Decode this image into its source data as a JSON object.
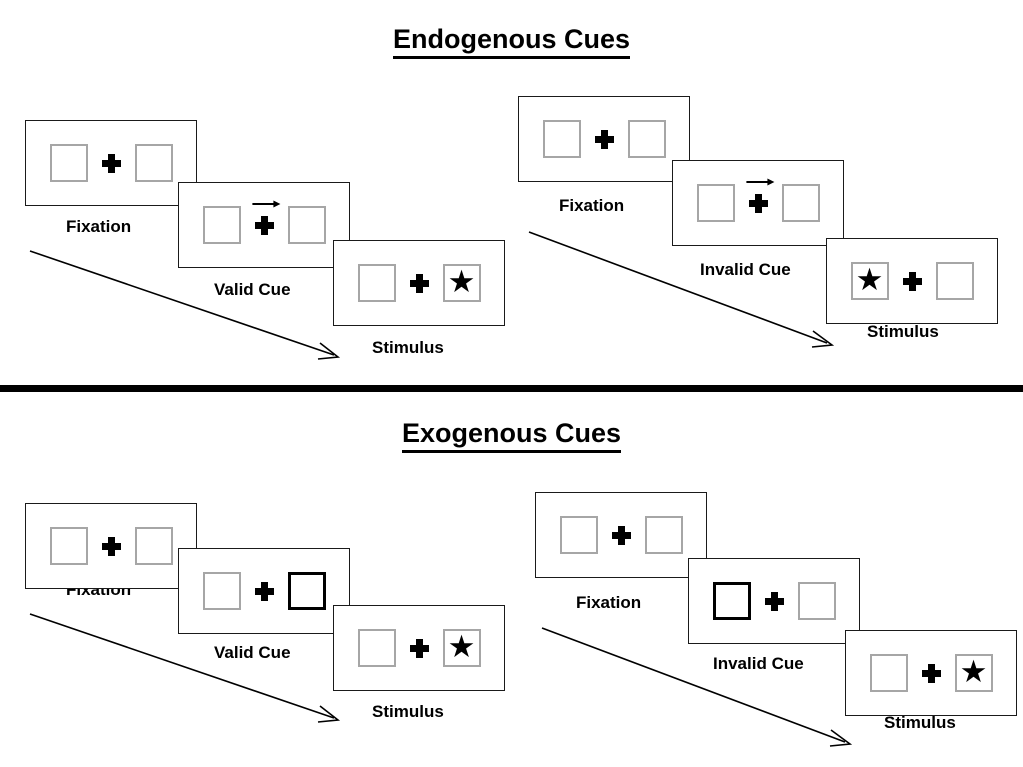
{
  "sections": [
    {
      "id": "endogenous",
      "title": "Endogenous Cues",
      "columns": [
        {
          "id": "endogenous-valid",
          "panels": [
            {
              "id": "fixation",
              "caption": "Fixation",
              "cue_arrow": "none",
              "left_box": "empty",
              "right_box": "empty"
            },
            {
              "id": "valid-cue",
              "caption": "Valid Cue",
              "cue_arrow": "right-arrow-icon",
              "left_box": "empty",
              "right_box": "empty"
            },
            {
              "id": "stimulus",
              "caption": "Stimulus",
              "cue_arrow": "none",
              "left_box": "empty",
              "right_box": "star"
            }
          ]
        },
        {
          "id": "endogenous-invalid",
          "panels": [
            {
              "id": "fixation",
              "caption": "Fixation",
              "cue_arrow": "none",
              "left_box": "empty",
              "right_box": "empty"
            },
            {
              "id": "invalid-cue",
              "caption": "Invalid Cue",
              "cue_arrow": "right-arrow-icon",
              "left_box": "empty",
              "right_box": "empty"
            },
            {
              "id": "stimulus",
              "caption": "Stimulus",
              "cue_arrow": "none",
              "left_box": "star",
              "right_box": "empty"
            }
          ]
        }
      ]
    },
    {
      "id": "exogenous",
      "title": "Exogenous Cues",
      "columns": [
        {
          "id": "exogenous-valid",
          "panels": [
            {
              "id": "fixation",
              "caption": "Fixation",
              "cue_arrow": "none",
              "left_box": "empty",
              "right_box": "empty"
            },
            {
              "id": "valid-cue",
              "caption": "Valid Cue",
              "cue_arrow": "none",
              "left_box": "empty",
              "right_box": "highlighted"
            },
            {
              "id": "stimulus",
              "caption": "Stimulus",
              "cue_arrow": "none",
              "left_box": "empty",
              "right_box": "star"
            }
          ]
        },
        {
          "id": "exogenous-invalid",
          "panels": [
            {
              "id": "fixation",
              "caption": "Fixation",
              "cue_arrow": "none",
              "left_box": "empty",
              "right_box": "empty"
            },
            {
              "id": "invalid-cue",
              "caption": "Invalid Cue",
              "cue_arrow": "none",
              "left_box": "highlighted",
              "right_box": "empty"
            },
            {
              "id": "stimulus",
              "caption": "Stimulus",
              "cue_arrow": "none",
              "left_box": "empty",
              "right_box": "star"
            }
          ]
        }
      ]
    }
  ],
  "glyphs": {
    "star": "★",
    "fixation_cross": "fixation-plus-icon"
  },
  "colors": {
    "ink": "#000000",
    "panel_border": "#1a1a1a",
    "box_border": "#a6a6a6",
    "box_border_cued": "#000000",
    "background": "#ffffff"
  }
}
